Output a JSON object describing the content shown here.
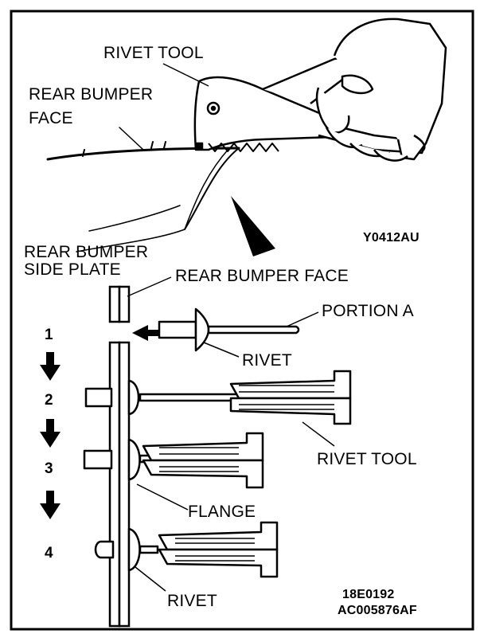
{
  "figure_code": "Y0412AU",
  "footer": {
    "code_1": "18E0192",
    "code_2": "AC005876AF"
  },
  "labels": {
    "rivet_tool_top": "RIVET TOOL",
    "rear_bumper_face_top_1": "REAR BUMPER",
    "rear_bumper_face_top_2": "FACE",
    "side_plate_1": "REAR BUMPER",
    "side_plate_2": "SIDE PLATE",
    "rear_bumper_face_mid": "REAR BUMPER FACE",
    "portion_a": "PORTION A",
    "rivet_1": "RIVET",
    "rivet_tool_mid": "RIVET TOOL",
    "flange": "FLANGE",
    "rivet_2": "RIVET"
  },
  "steps": [
    "1",
    "2",
    "3",
    "4"
  ],
  "colors": {
    "ink": "#000000",
    "paper": "#ffffff"
  },
  "icons": [
    "hand-icon",
    "rivet-tool-icon",
    "arrow-down-icon",
    "arrow-left-icon",
    "view-arrow-icon"
  ]
}
